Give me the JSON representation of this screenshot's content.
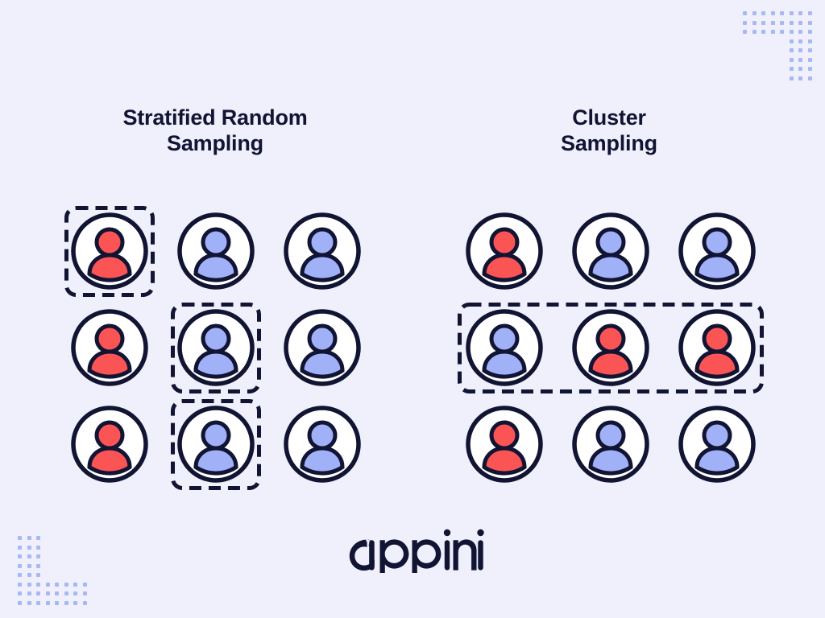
{
  "page": {
    "background_color": "#eff0fb",
    "ink_color": "#111433",
    "accent_red": "#fb5454",
    "accent_blue": "#a0b1f8",
    "dot_color": "#a8b8f5",
    "person_face_fill": "#ffffff"
  },
  "panels": [
    {
      "id": "stratified",
      "title": "Stratified Random\nSampling",
      "title_line1": "Stratified Random",
      "title_line2": "Sampling",
      "selection_style": "individual-cells",
      "rows": [
        {
          "people": [
            {
              "color": "red",
              "selected": true
            },
            {
              "color": "blue",
              "selected": false
            },
            {
              "color": "blue",
              "selected": false
            }
          ]
        },
        {
          "people": [
            {
              "color": "red",
              "selected": false
            },
            {
              "color": "blue",
              "selected": true
            },
            {
              "color": "blue",
              "selected": false
            }
          ]
        },
        {
          "people": [
            {
              "color": "red",
              "selected": false
            },
            {
              "color": "blue",
              "selected": true
            },
            {
              "color": "blue",
              "selected": false
            }
          ]
        }
      ]
    },
    {
      "id": "cluster",
      "title": "Cluster\nSampling",
      "title_line1": "Cluster",
      "title_line2": "Sampling",
      "selection_style": "whole-row",
      "selected_row_index": 1,
      "rows": [
        {
          "people": [
            {
              "color": "red",
              "selected": false
            },
            {
              "color": "blue",
              "selected": false
            },
            {
              "color": "blue",
              "selected": false
            }
          ]
        },
        {
          "people": [
            {
              "color": "blue",
              "selected": true
            },
            {
              "color": "red",
              "selected": true
            },
            {
              "color": "red",
              "selected": true
            }
          ]
        },
        {
          "people": [
            {
              "color": "red",
              "selected": false
            },
            {
              "color": "blue",
              "selected": false
            },
            {
              "color": "blue",
              "selected": false
            }
          ]
        }
      ]
    }
  ],
  "logo": {
    "text": "appinio",
    "color": "#111433"
  },
  "decorations": [
    {
      "name": "dot-grid-top-right",
      "position": "top-right",
      "color": "#a8b8f5"
    },
    {
      "name": "dot-grid-bottom-left",
      "position": "bottom-left",
      "color": "#a8b8f5"
    }
  ]
}
